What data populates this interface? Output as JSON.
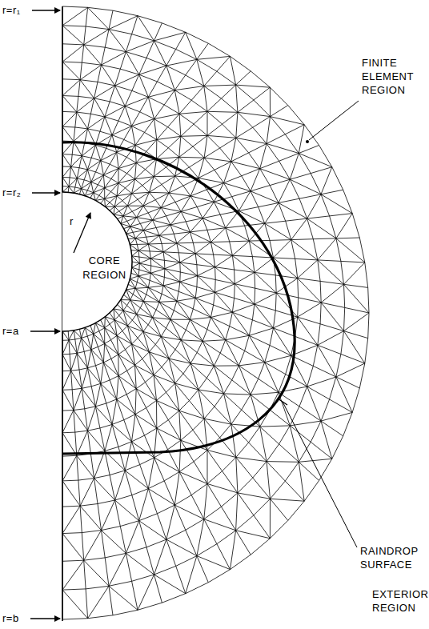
{
  "diagram": {
    "nodes": [
      {
        "text": [
          "CORE REGION"
        ]
      }
    ],
    "labels": [
      "r=r₁",
      "r=r₂",
      "r=a",
      "r=b",
      "r",
      "FINITE ELEMENT REGION",
      "RAINDROP SURFACE",
      "EXTERIOR REGION"
    ]
  }
}
